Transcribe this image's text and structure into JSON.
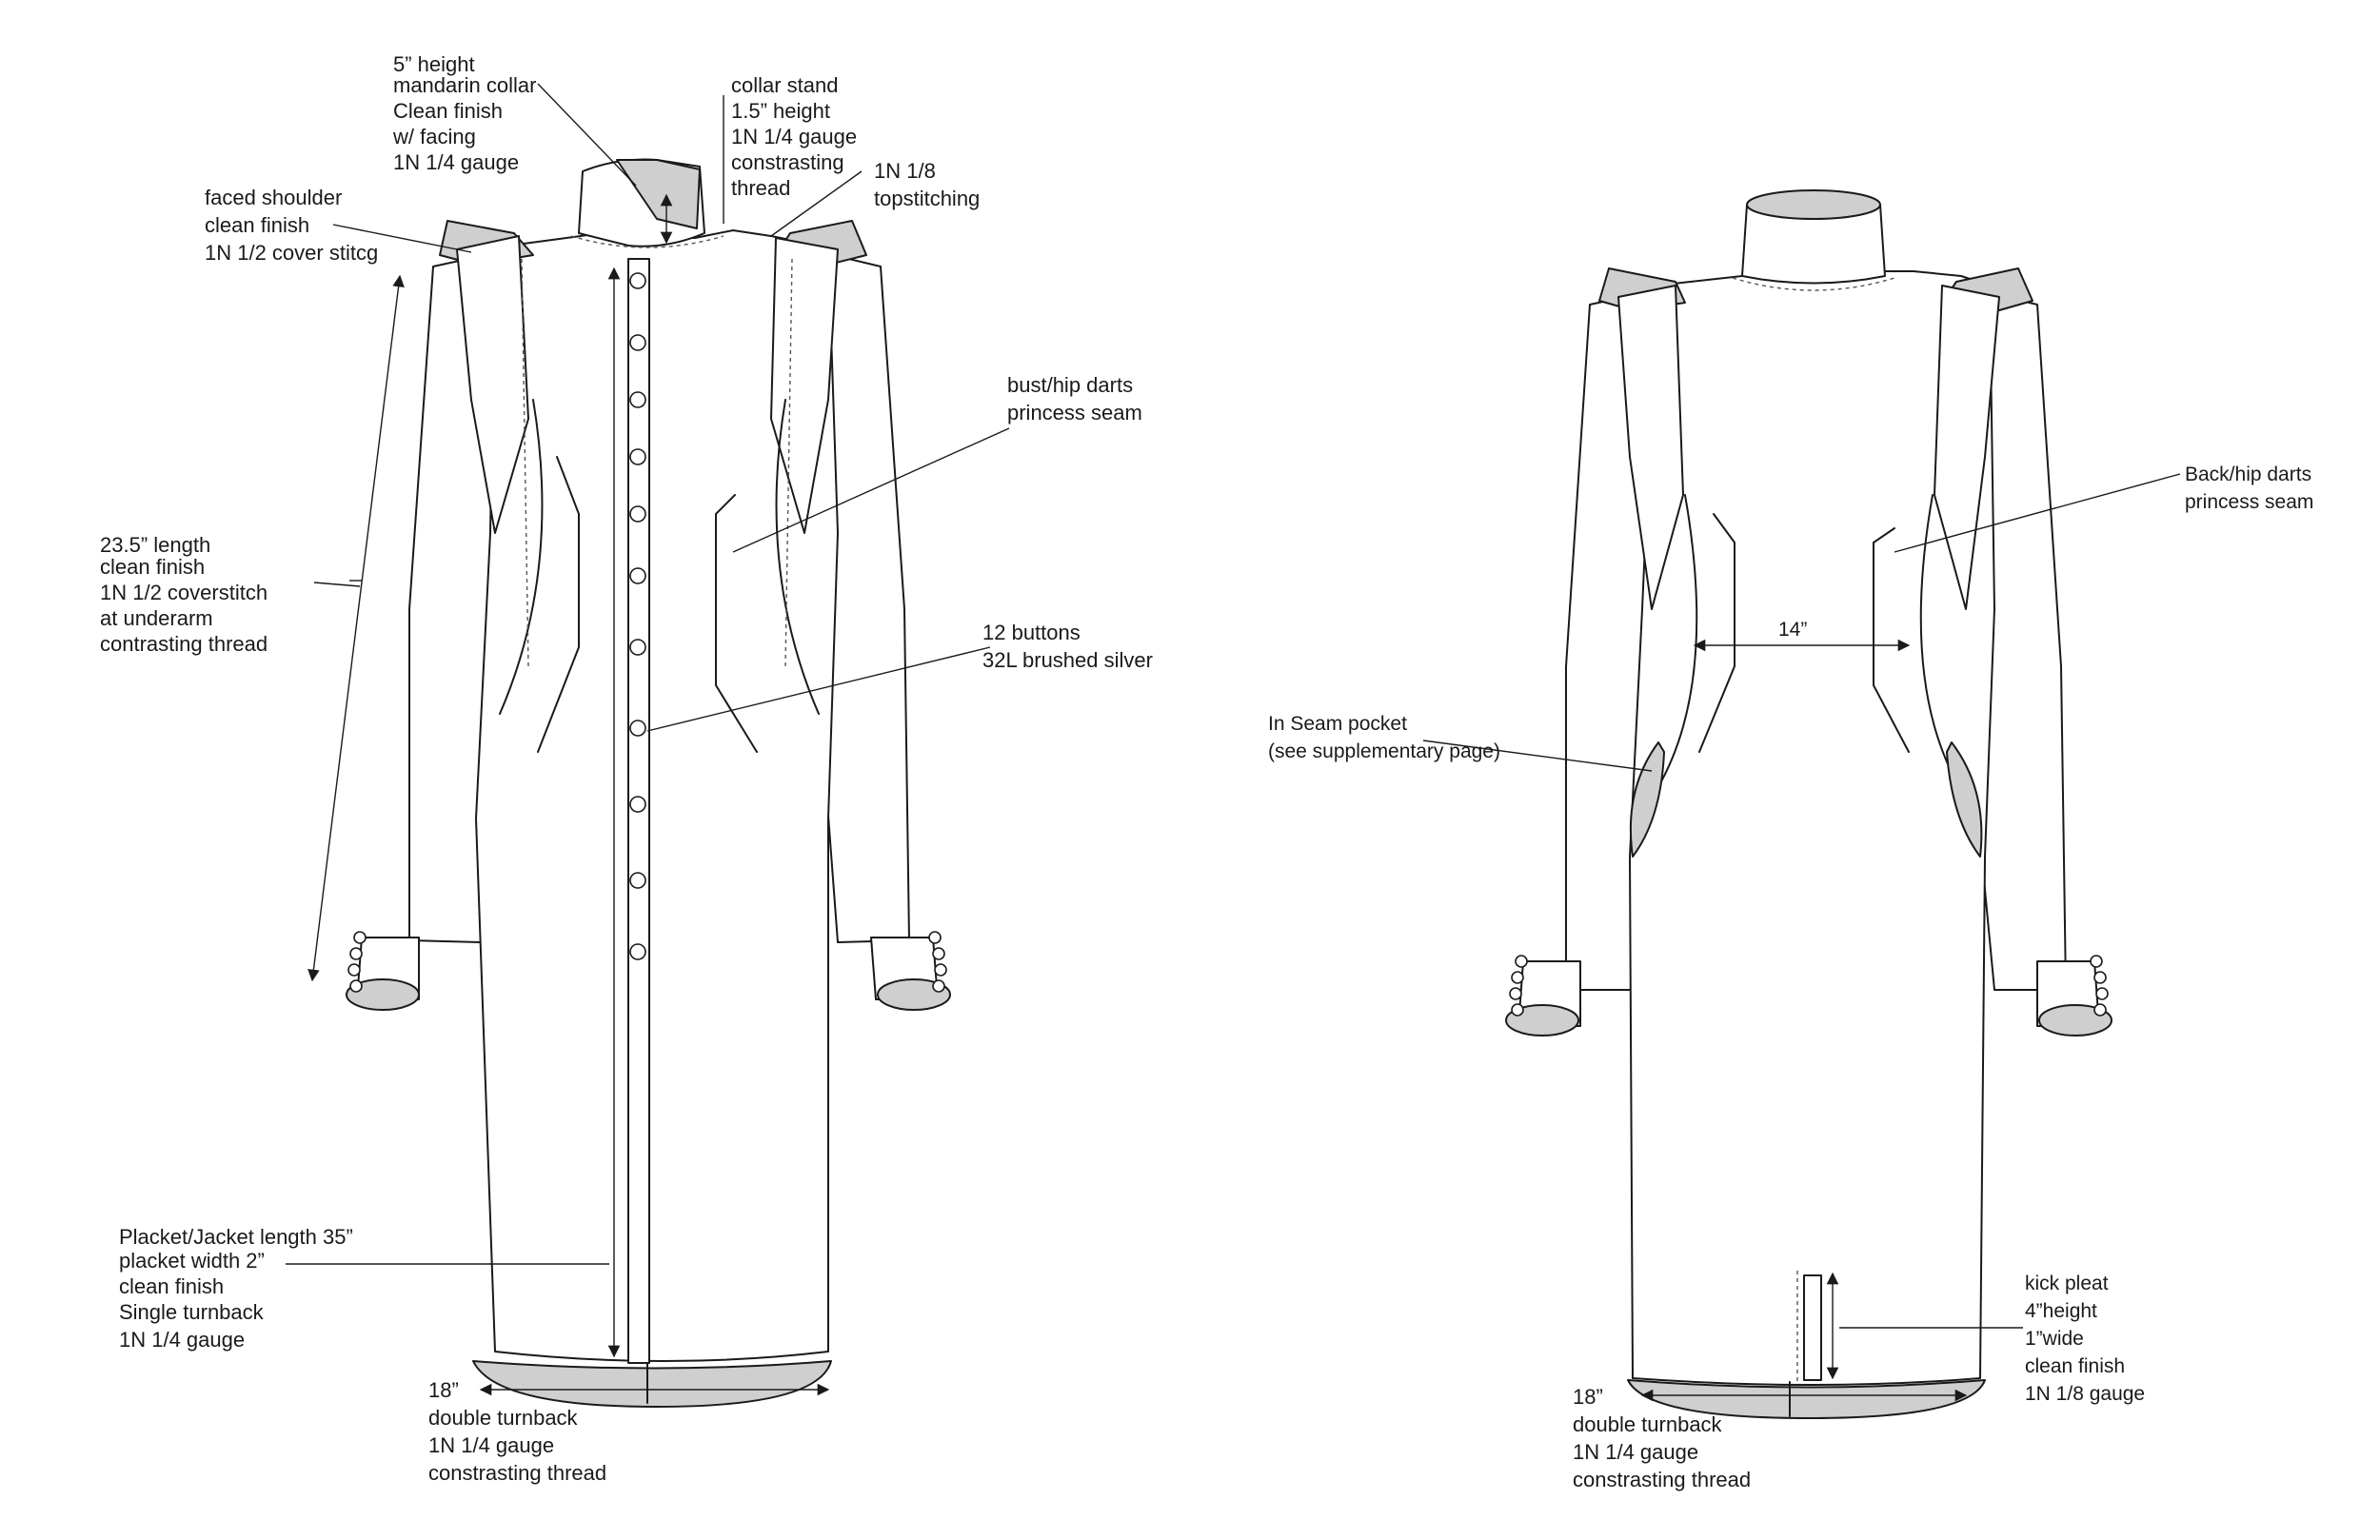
{
  "front": {
    "collar": [
      "5” height",
      "mandarin collar",
      "Clean finish",
      "w/ facing",
      "1N 1/4 gauge"
    ],
    "stand": [
      "collar stand",
      "1.5” height",
      "1N 1/4 gauge",
      "constrasting",
      "thread"
    ],
    "topstitch": [
      "1N 1/8",
      "topstitching"
    ],
    "shoulder": [
      "faced shoulder",
      "clean finish",
      "1N 1/2 cover stitcg"
    ],
    "darts": [
      "bust/hip darts",
      "princess seam"
    ],
    "sleeve": [
      "23.5” length",
      "clean finish",
      "1N 1/2 coverstitch",
      "at underarm",
      "contrasting thread"
    ],
    "buttons": [
      "12 buttons",
      "32L brushed silver"
    ],
    "placket": [
      "Placket/Jacket length 35”",
      "placket width 2”",
      "clean finish",
      "Single turnback",
      "1N 1/4 gauge"
    ],
    "hem": [
      "18”",
      "double turnback",
      "1N 1/4 gauge",
      "constrasting thread"
    ]
  },
  "back": {
    "darts": [
      "Back/hip darts",
      "princess seam"
    ],
    "waist": "14”",
    "pocket": [
      "In Seam pocket",
      "(see supplementary page)"
    ],
    "pleat": [
      "kick pleat",
      "4”height",
      "1”wide",
      "clean finish",
      "1N 1/8 gauge"
    ],
    "hem": [
      "18”",
      "double turnback",
      "1N 1/4 gauge",
      "constrasting thread"
    ]
  }
}
